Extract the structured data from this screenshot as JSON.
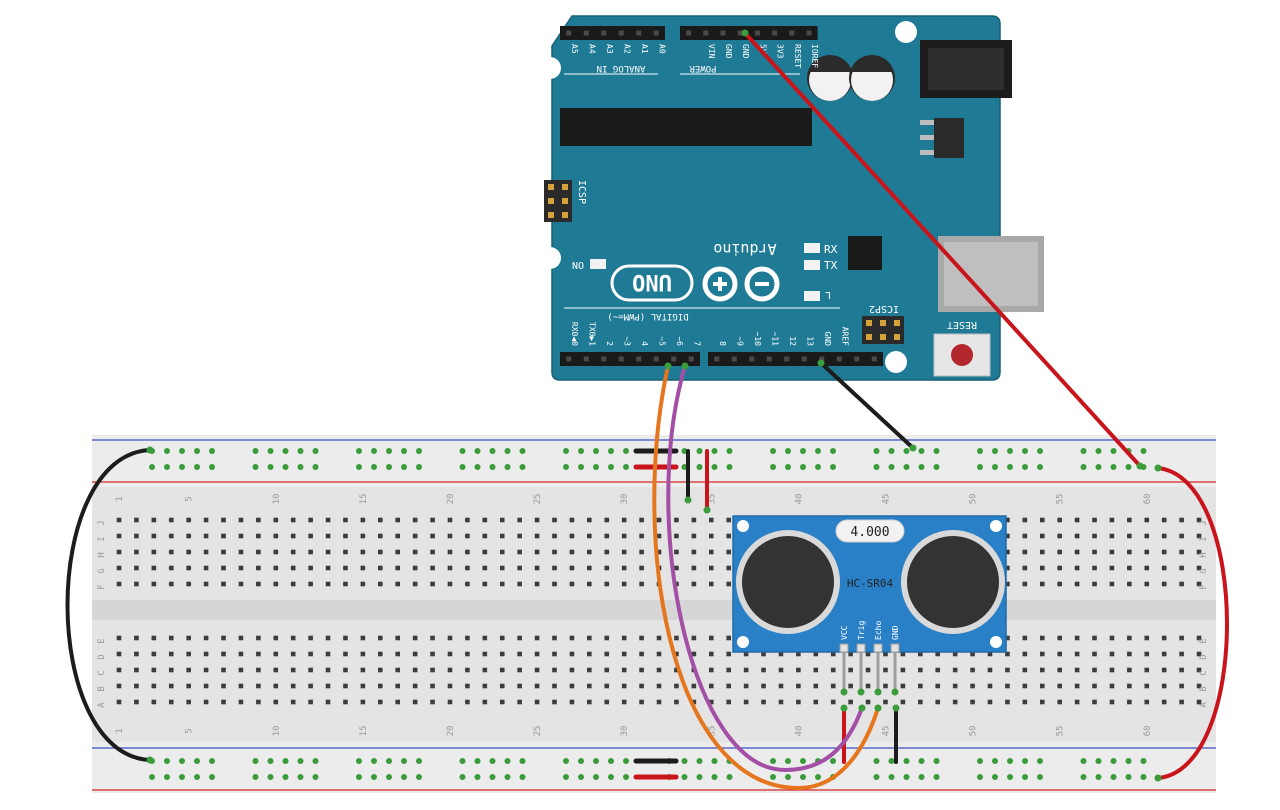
{
  "arduino": {
    "analog_header_label": "ANALOG IN",
    "analog_pins": [
      "A5",
      "A4",
      "A3",
      "A2",
      "A1",
      "A0"
    ],
    "power_header_label": "POWER",
    "power_pins": [
      "VIN",
      "GND",
      "GND",
      "5V",
      "3V3",
      "RESET",
      "IOREF"
    ],
    "icsp_label": "ICSP",
    "icsp2_label": "ICSP2",
    "brand": "Arduino",
    "model": "UNO",
    "on_label": "ON",
    "rx_label": "RX",
    "tx_label": "TX",
    "l_label": "L",
    "reset_label": "RESET",
    "digital_header_label": "DIGITAL (PWM=~)",
    "digital_pins": [
      "RX0◀0",
      "TX0▶1",
      "2",
      "~3",
      "4",
      "~5",
      "~6",
      "7",
      "8",
      "~9",
      "~10",
      "~11",
      "12",
      "13",
      "GND",
      "AREF"
    ]
  },
  "breadboard": {
    "column_numbers": [
      "1",
      "5",
      "10",
      "15",
      "20",
      "25",
      "30",
      "35",
      "40",
      "45",
      "50",
      "55",
      "60"
    ],
    "rows_top": [
      "J",
      "I",
      "H",
      "G",
      "F"
    ],
    "rows_bottom": [
      "E",
      "D",
      "C",
      "B",
      "A"
    ]
  },
  "sensor": {
    "crystal_label": "4.000",
    "model": "HC-SR04",
    "pins": [
      "VCC",
      "Trig",
      "Echo",
      "GND"
    ]
  },
  "wires": [
    {
      "name": "5v-wire",
      "color": "#c8141a"
    },
    {
      "name": "gnd-wire",
      "color": "#1c1c1c"
    },
    {
      "name": "trig-wire",
      "color": "#a44fa6"
    },
    {
      "name": "echo-wire",
      "color": "#e6761e"
    }
  ],
  "colors": {
    "board": "#1f7a95",
    "sensor": "#2a80c7",
    "breadboard": "#e4e4e4",
    "rail_red": "#d6252a",
    "rail_blue": "#3b4fc6",
    "hole_green": "#3a9c3a"
  }
}
